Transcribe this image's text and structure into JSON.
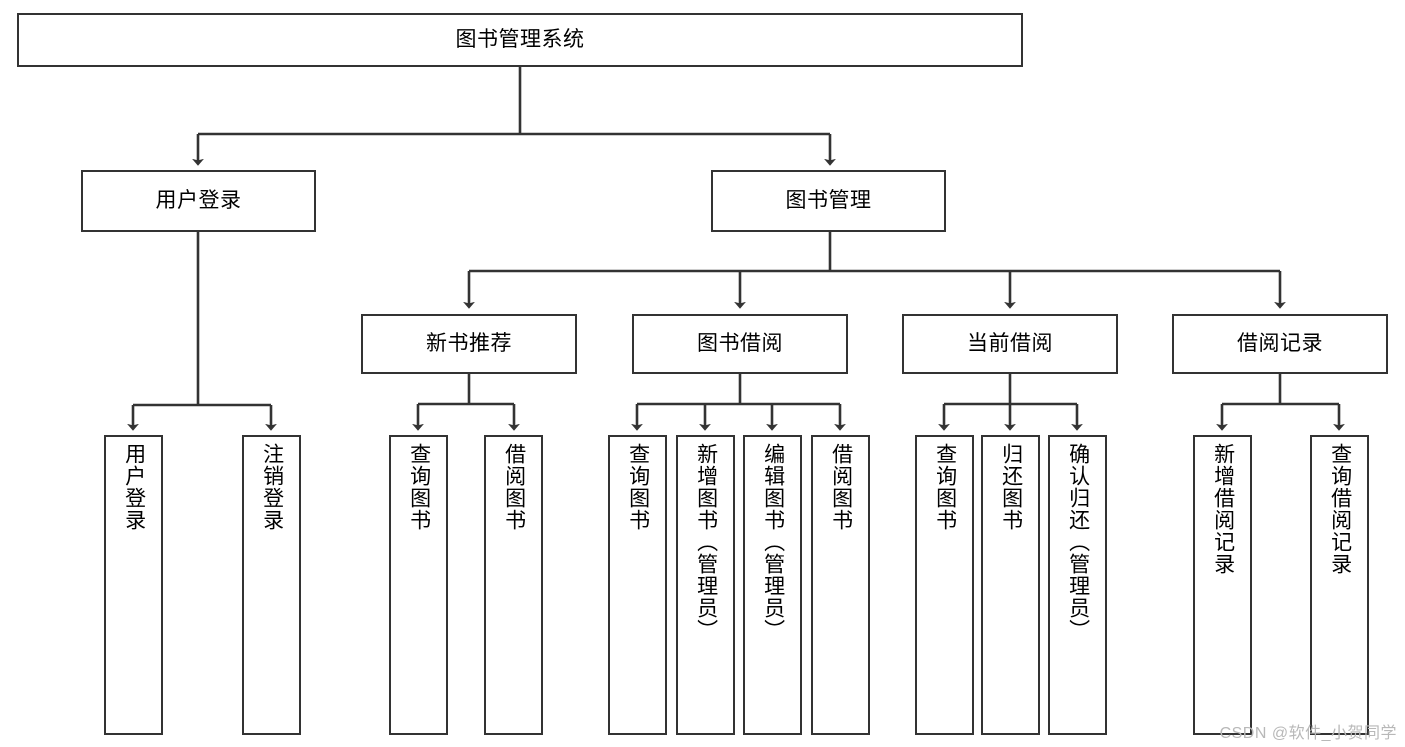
{
  "diagram": {
    "title": "图书管理系统",
    "type": "tree-hierarchy-chart",
    "stroke_color": "#333333",
    "fill_color": "#ffffff",
    "text_color": "#000000"
  },
  "nodes": {
    "root": {
      "label": "图书管理系统"
    },
    "level2": [
      {
        "label": "用户登录"
      },
      {
        "label": "图书管理"
      }
    ],
    "level3": [
      {
        "label": "新书推荐"
      },
      {
        "label": "图书借阅"
      },
      {
        "label": "当前借阅"
      },
      {
        "label": "借阅记录"
      }
    ],
    "leaves_user_login": [
      {
        "label": "用户登录"
      },
      {
        "label": "注销登录"
      }
    ],
    "leaves_new_book": [
      {
        "label": "查询图书"
      },
      {
        "label": "借阅图书"
      }
    ],
    "leaves_borrow": [
      {
        "label": "查询图书"
      },
      {
        "label": "新增图书（管理员）"
      },
      {
        "label": "编辑图书（管理员）"
      },
      {
        "label": "借阅图书"
      }
    ],
    "leaves_current": [
      {
        "label": "查询图书"
      },
      {
        "label": "归还图书"
      },
      {
        "label": "确认归还（管理员）"
      }
    ],
    "leaves_record": [
      {
        "label": "新增借阅记录"
      },
      {
        "label": "查询借阅记录"
      }
    ]
  },
  "watermark": {
    "text": "CSDN @软件_小贺同学"
  }
}
